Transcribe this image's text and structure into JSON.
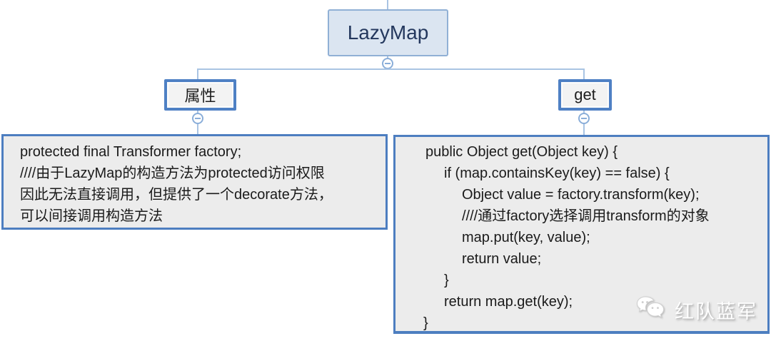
{
  "diagram": {
    "root": {
      "label": "LazyMap"
    },
    "children": {
      "attr": {
        "label": "属性"
      },
      "get": {
        "label": "get"
      }
    },
    "attr_detail": {
      "lines": [
        "protected final Transformer factory;",
        "////由于LazyMap的构造方法为protected访问权限",
        "因此无法直接调用，但提供了一个decorate方法，",
        "可以间接调用构造方法"
      ]
    },
    "get_detail": {
      "lines": [
        {
          "text": "public Object get(Object key) {",
          "indent": 1
        },
        {
          "text": "if (map.containsKey(key) == false) {",
          "indent": 2
        },
        {
          "text": "Object value = factory.transform(key);",
          "indent": 3
        },
        {
          "text": "////通过factory选择调用transform的对象",
          "indent": 3
        },
        {
          "text": "map.put(key, value);",
          "indent": 3
        },
        {
          "text": "return value;",
          "indent": 3
        },
        {
          "text": "}",
          "indent": 2
        },
        {
          "text": "return map.get(key);",
          "indent": 2
        },
        {
          "text": "}",
          "indent": 0
        }
      ]
    }
  },
  "watermark": {
    "label": "红队蓝军",
    "icon": "wechat-logo"
  },
  "colors": {
    "root_fill": "#dbe5f1",
    "root_border": "#90b0d5",
    "root_text": "#24385e",
    "child_border": "#4e80c4",
    "child_fill": "#f3f3f3",
    "detail_fill": "#ececec",
    "detail_border": "#4d7ec0",
    "connector": "#a9c4e3",
    "text": "#1a1a1a",
    "watermark_text": "#ffffff"
  }
}
